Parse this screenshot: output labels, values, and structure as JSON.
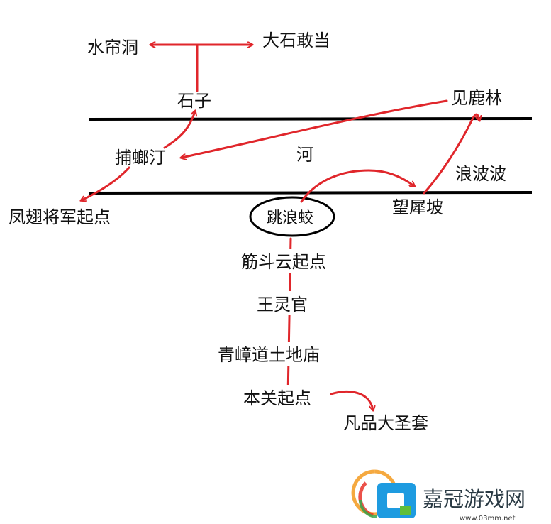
{
  "labels": {
    "shuiliandong": "水帘洞",
    "dashi": "大石敢当",
    "shizi": "石子",
    "jianlulin": "见鹿林",
    "butangting": "捕螂汀",
    "he": "河",
    "langbobo": "浪波波",
    "fengchi": "凤翅将军起点",
    "tiaolangjiao": "跳浪蛟",
    "wangxipo": "望犀坡",
    "jindouyun": "筋斗云起点",
    "wanglingguan": "王灵官",
    "qingzhang": "青嶂道土地庙",
    "benguan": "本关起点",
    "fanpin": "凡品大圣套"
  },
  "watermark": {
    "site_name": "嘉冠游戏网",
    "site_url": "www.03mm.net"
  },
  "colors": {
    "arrow": "#e0262b",
    "line": "#000000",
    "text": "#111111"
  }
}
